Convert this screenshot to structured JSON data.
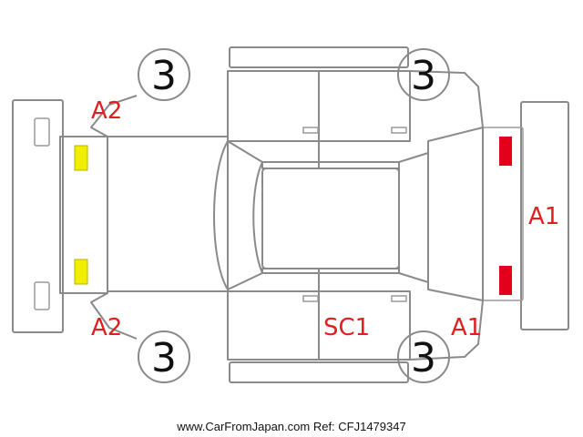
{
  "diagram": {
    "colors": {
      "outline": "#8a8a8a",
      "damage_label": "#e02020",
      "headlight": "#f2ee00",
      "taillight": "#e3001b"
    },
    "wheels": {
      "front_left": "3",
      "front_right": "3",
      "rear_left": "3",
      "rear_right": "3"
    },
    "damage_labels": {
      "front_upper": "A2",
      "front_lower": "A2",
      "rear_side": "A1",
      "rear_lower": "A1",
      "door_lower": "SC1"
    }
  },
  "footer": {
    "text": "www.CarFromJapan.com Ref: CFJ1479347"
  }
}
